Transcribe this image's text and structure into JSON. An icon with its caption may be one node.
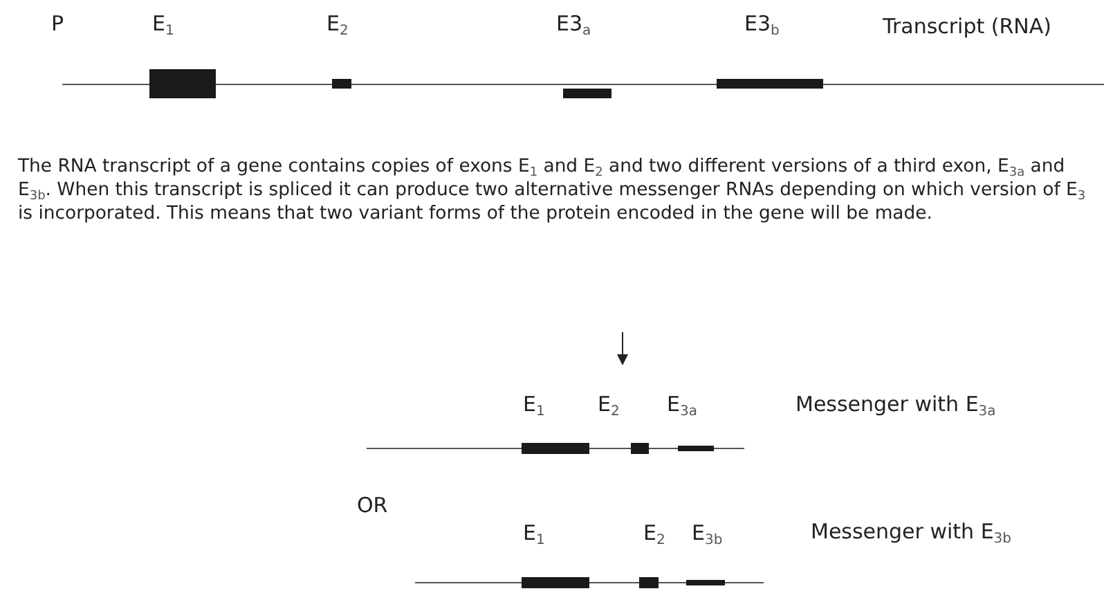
{
  "diagram": {
    "labels": [
      "P",
      "E$_{1}$",
      "E$_{2}$",
      "E3$_{a}$",
      "E3$_{b}$",
      "Transcript (RNA)",
      "The RNA transcript of a gene contains copies of exons E$_{1}$ and E$_{2}$ and two different versions of a third exon, E$_{3a}$ and E$_{3b}$. When this transcript is spliced it can produce two alternative messenger RNAs depending on which version of E$_{3}$ is incorporated. This means that two variant forms of the protein encoded in the gene will be made.",
      "E$_{1}$",
      "E$_{2}$",
      "E$_{3a}$",
      "Messenger with E$_{3a}$",
      "OR",
      "E$_{1}$",
      "E$_{2}$",
      "E$_{3b}$",
      "Messenger with E$_{3b}$"
    ]
  }
}
